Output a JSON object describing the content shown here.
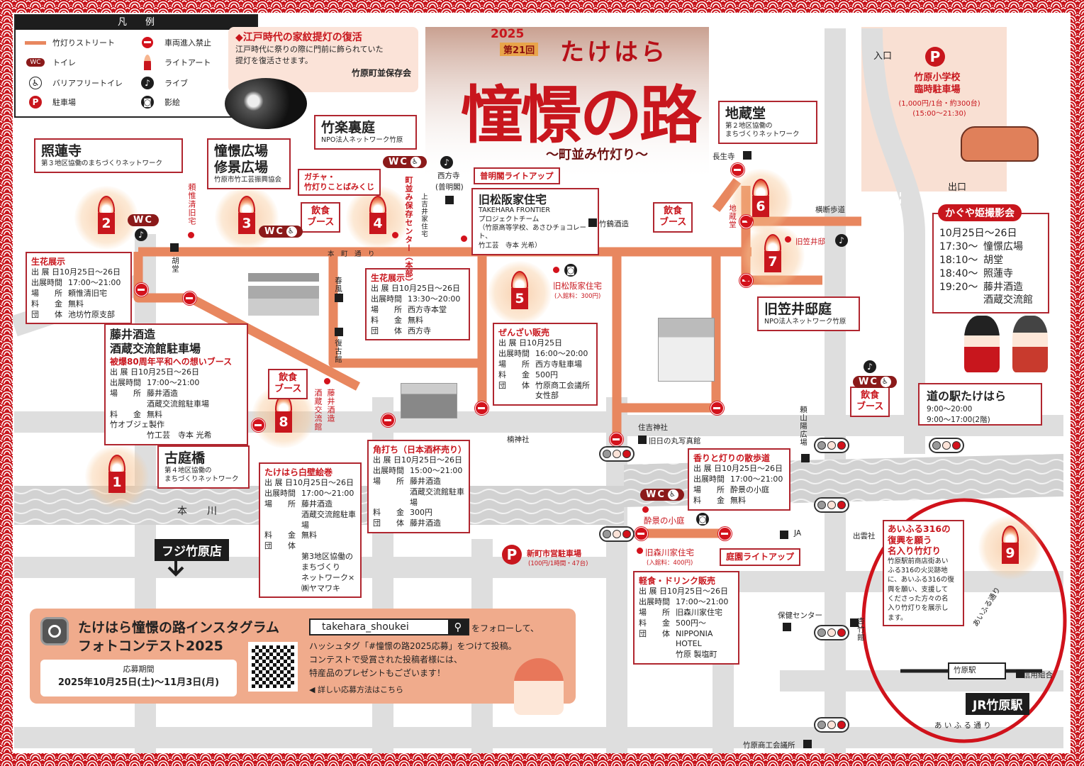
{
  "legend": {
    "title": "凡　　例",
    "wc": "WC",
    "items": [
      {
        "label": "竹灯りストリート",
        "icon": "street-line-icon"
      },
      {
        "label": "車両進入禁止",
        "icon": "no-entry-icon"
      },
      {
        "label": "トイレ",
        "icon": "wc-icon"
      },
      {
        "label": "ライトアート",
        "icon": "lantern-icon"
      },
      {
        "label": "バリアフリートイレ",
        "icon": "wheelchair-icon"
      },
      {
        "label": "ライブ",
        "icon": "music-note-icon"
      },
      {
        "label": "駐車場",
        "icon": "parking-icon"
      },
      {
        "label": "影絵",
        "icon": "camera-icon"
      }
    ]
  },
  "header": {
    "year": "2025",
    "edition": "第21回",
    "brand": "たけはら",
    "title": "憧憬の路",
    "subtitle": "～町並み竹灯り～"
  },
  "edo": {
    "title": "◆江戸時代の家紋提灯の復活",
    "body": "江戸時代に祭りの際に門前に飾られていた\n提灯を復活させます。",
    "org": "竹原町並保存会"
  },
  "lanterns": [
    "1",
    "2",
    "3",
    "4",
    "5",
    "6",
    "7",
    "8",
    "9"
  ],
  "callouts": [
    {
      "name": "照蓮寺",
      "org": "第３地区協働のまちづくりネットワーク"
    },
    {
      "name": "憧憬広場\n修景広場",
      "org": "竹原市竹工芸振興協会"
    },
    {
      "name": "竹楽裏庭",
      "org": "NPO法人ネットワーク竹原"
    },
    {
      "name": "地蔵堂",
      "org": "第２地区協働の\nまちづくりネットワーク"
    },
    {
      "name": "旧笠井邸庭",
      "org": "NPO法人ネットワーク竹原"
    },
    {
      "name": "古庭橋",
      "org": "第４地区協働の\nまちづくりネットワーク"
    },
    {
      "name": "旧松阪家住宅",
      "org": "TAKEHARA FRONTIER\nプロジェクトチーム\n（竹原高等学校、あさひチョコレート、\n竹工芸　寺本 光希）"
    }
  ],
  "events": [
    {
      "title": "生花展示",
      "rows": [
        [
          "出 展 日",
          "10月25日～26日"
        ],
        [
          "出展時間",
          "17:00～21:00"
        ],
        [
          "場　　所",
          "頼惟清旧宅"
        ],
        [
          "料　　金",
          "無料"
        ],
        [
          "団　　体",
          "池坊竹原支部"
        ]
      ]
    },
    {
      "title": "生花展示",
      "rows": [
        [
          "出 展 日",
          "10月25日～26日"
        ],
        [
          "出展時間",
          "13:30～20:00"
        ],
        [
          "場　　所",
          "西方寺本堂"
        ],
        [
          "料　　金",
          "無料"
        ],
        [
          "団　　体",
          "西方寺"
        ]
      ]
    },
    {
      "title": "ぜんざい販売",
      "rows": [
        [
          "出 展 日",
          "10月25日"
        ],
        [
          "出展時間",
          "16:00～20:00"
        ],
        [
          "場　　所",
          "西方寺駐車場"
        ],
        [
          "料　　金",
          "500円"
        ],
        [
          "団　　体",
          "竹原商工会議所\n女性部"
        ]
      ]
    },
    {
      "heading": "藤井酒造\n酒蔵交流館駐車場",
      "title": "被爆80周年平和への想いブース",
      "rows": [
        [
          "出 展 日",
          "10月25日～26日"
        ],
        [
          "出展時間",
          "17:00～21:00"
        ],
        [
          "場　　所",
          "藤井酒造\n酒蔵交流館駐車場"
        ],
        [
          "料　　金",
          "無料"
        ],
        [
          "竹オブジェ製作",
          ""
        ],
        [
          "",
          "竹工芸　寺本 光希"
        ]
      ]
    },
    {
      "title": "たけはら白壁絵巻",
      "rows": [
        [
          "出 展 日",
          "10月25日～26日"
        ],
        [
          "出展時間",
          "17:00～21:00"
        ],
        [
          "場　　所",
          "藤井酒造\n酒蔵交流館駐車場"
        ],
        [
          "料　　金",
          "無料"
        ],
        [
          "団　　体",
          ""
        ],
        [
          "",
          "第3地区協働のまちづくり\nネットワーク×㈱ヤマワキ"
        ]
      ]
    },
    {
      "title": "角打ち（日本酒杯売り）",
      "rows": [
        [
          "出 展 日",
          "10月25日～26日"
        ],
        [
          "出展時間",
          "15:00～21:00"
        ],
        [
          "場　　所",
          "藤井酒造\n酒蔵交流館駐車場"
        ],
        [
          "料　　金",
          "300円"
        ],
        [
          "団　　体",
          "藤井酒造"
        ]
      ]
    },
    {
      "title": "香りと灯りの散歩道",
      "rows": [
        [
          "出 展 日",
          "10月25日～26日"
        ],
        [
          "出展時間",
          "17:00～21:00"
        ],
        [
          "場　　所",
          "酔景の小庭"
        ],
        [
          "料　　金",
          "無料"
        ]
      ]
    },
    {
      "title": "軽食・ドリンク販売",
      "rows": [
        [
          "出 展 日",
          "10月25日～26日"
        ],
        [
          "出展時間",
          "17:00～21:00"
        ],
        [
          "場　　所",
          "旧森川家住宅"
        ],
        [
          "料　　金",
          "500円～"
        ],
        [
          "団　　体",
          "NIPPONIA HOTEL\n竹原 製塩町"
        ]
      ]
    }
  ],
  "kaguya": {
    "title": "かぐや姫撮影会",
    "date": "10月25日～26日",
    "schedule": [
      [
        "17:30～",
        "憧憬広場"
      ],
      [
        "18:10～",
        "胡堂"
      ],
      [
        "18:40～",
        "照蓮寺"
      ],
      [
        "19:20～",
        "藤井酒造\n酒蔵交流館"
      ]
    ]
  },
  "parking_school": {
    "name": "竹原小学校\n臨時駐車場",
    "fee": "(1,000円/1台・約300台)",
    "hours": "(15:00～21:30)",
    "entrance": "入口",
    "exit": "出口",
    "p": "P"
  },
  "parking_shinmachi": {
    "name": "新町市営駐車場",
    "fee": "(100円/1時間・47台)",
    "p": "P"
  },
  "michinoeki": {
    "name": "道の駅たけはら",
    "hours1": "9:00～20:00",
    "hours2": "9:00～17:00(2階)"
  },
  "aifuru": {
    "title": "あいふる316の\n復興を願う\n名入り竹灯り",
    "body": "竹原駅前商店街あい\nふる316の火災跡地\nに、あいふる316の復\n興を願い、支援して\nくださった方々の名\n入り竹灯りを展示し\nます。"
  },
  "labels": {
    "nishikataji": "西方寺",
    "fumeikaku": "(普明閣)",
    "fumei_lightup": "普明閣ライトアップ",
    "gacha": "ガチャ・\n竹灯りことばみくじ",
    "center": "町並み保存センター（本部）",
    "kamiyoshii": "上吉井家住宅",
    "raiikisei": "頼惟清旧宅",
    "ebisudo": "胡堂",
    "shunpukan": "春風館",
    "fukkokan": "復古館",
    "honmachi": "本　町　通　り",
    "taketsuru": "竹鶴酒造",
    "chouseiji": "長生寺",
    "jizodo": "地蔵堂",
    "oudan": "横断歩道",
    "kasai": "旧笠井邸",
    "matsuzaka": "旧松阪家住宅",
    "matsuzaka_fee": "(入館料：300円)",
    "fujii": "藤井酒造",
    "sakagura": "酒蔵交流館",
    "kusunoki": "楠神社",
    "sumiyoshi": "住吉神社",
    "hinomaru": "旧日の丸写真館",
    "raisanyo": "頼山陽広場",
    "suikei": "酔景の小庭",
    "morikawa": "旧森川家住宅",
    "morikawa_fee": "(入館料：400円)",
    "teien": "庭園ライトアップ",
    "ja": "JA",
    "izumo": "出雲社",
    "hoken": "保健センター",
    "kyouchiku": "杏竹館",
    "station": "竹原駅",
    "shinyo": "信用組合",
    "jr": "JR竹原駅",
    "aifuru_st": "あ い ふ る 通 り",
    "aifuru_st2": "あいふる通り",
    "shokokai": "竹原商工会議所",
    "honkawa": "本　　川",
    "fuji": "フジ竹原店",
    "inshoku": "飲食\nブース",
    "wc": "WC"
  },
  "insta": {
    "title1": "たけはら憧憬の路インスタグラム",
    "title2": "フォトコンテスト2025",
    "period_label": "応募期間",
    "period": "2025年10月25日(土)～11月3日(月)",
    "handle": "takehara_shoukei",
    "follow": "をフォローして、",
    "line1": "ハッシュタグ「#憧憬の路2025応募」をつけて投稿。",
    "line2": "コンテストで受賞された投稿者様には、",
    "line3": "特産品のプレゼントもございます！",
    "more": "◀ 詳しい応募方法はこちら"
  },
  "colors": {
    "red": "#c8161d",
    "street": "#e8875f",
    "road": "#dcdcdc"
  }
}
